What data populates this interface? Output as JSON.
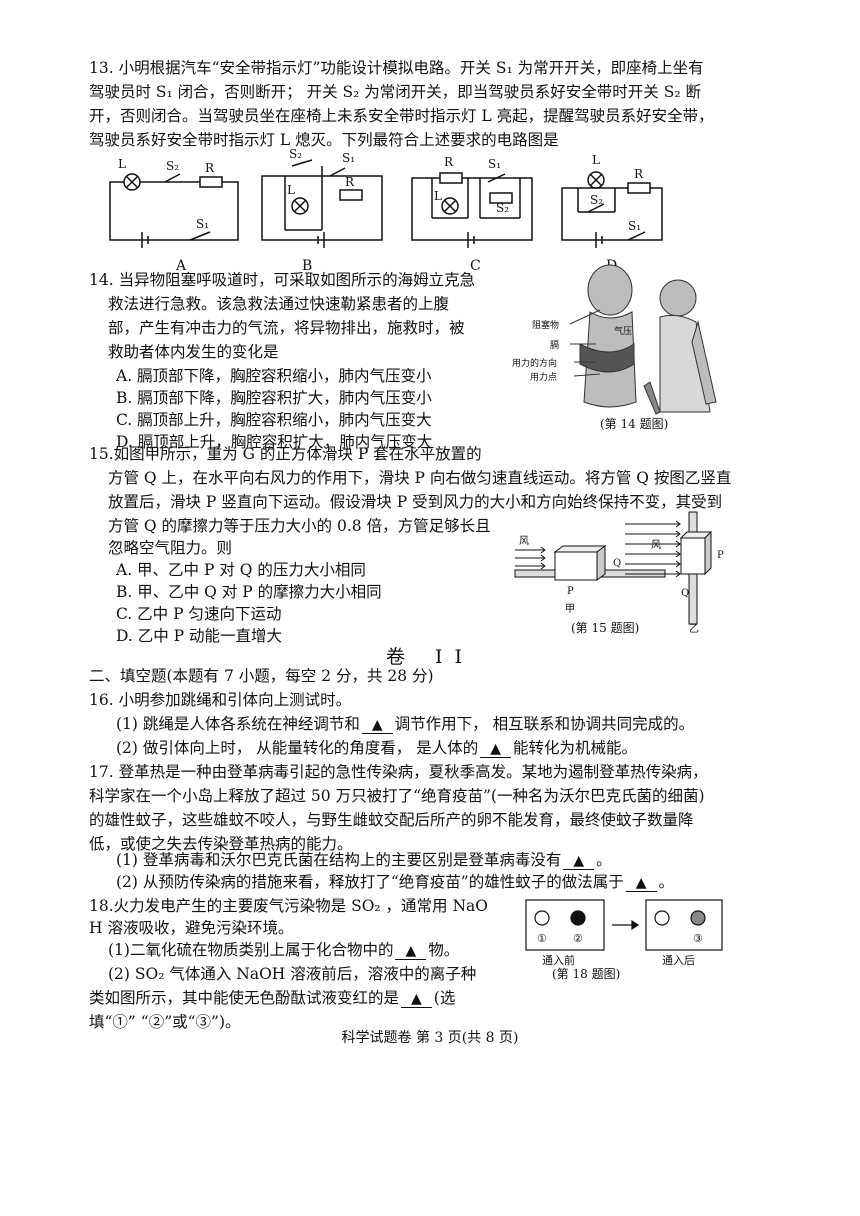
{
  "q13": {
    "lines": [
      "13. 小明根据汽车“安全带指示灯”功能设计模拟电路。开关 S₁ 为常开开关，即座椅上坐有",
      "驾驶员时 S₁ 闭合，否则断开；  开关 S₂ 为常闭开关，即当驾驶员系好安全带时开关 S₂ 断",
      "开，否则闭合。当驾驶员坐在座椅上未系安全带时指示灯 L 亮起，提醒驾驶员系好安全带，",
      "驾驶员系好安全带时指示灯 L 熄灭。下列最符合上述要求的电路图是"
    ],
    "circuit_labels": [
      "A",
      "B",
      "C",
      "D"
    ],
    "symbols": {
      "lamp": "L",
      "s1": "S₁",
      "s2": "S₂",
      "resistor": "R"
    }
  },
  "q14": {
    "lines": [
      "14.  当异物阻塞呼吸道时，可采取如图所示的海姆立克急",
      "救法进行急救。该急救法通过快速勒紧患者的上腹",
      "部，产生有冲击力的气流，将异物排出，施救时，被",
      "救助者体内发生的变化是"
    ],
    "options": [
      "A.  膈顶部下降，胸腔容积缩小，肺内气压变小",
      "B.  膈顶部下降，胸腔容积扩大，肺内气压变小",
      "C.  膈顶部上升，胸腔容积缩小，肺内气压变大",
      "D.  膈顶部上升，胸腔容积扩大，肺内气压变大"
    ],
    "figure_labels": [
      "阻塞物",
      "膈",
      "用力的方向",
      "用力点",
      "气压"
    ],
    "caption": "(第 14 题图)"
  },
  "q15": {
    "lines": [
      "15.如图甲所示，重为 G 的正方体滑块 P 套在水平放置的",
      "方管 Q 上，在水平向右风力的作用下，滑块 P 向右做匀速直线运动。将方管 Q 按图乙竖直",
      "放置后，滑块 P 竖直向下运动。假设滑块 P 受到风力的大小和方向始终保持不变，其受到",
      "方管 Q 的摩擦力等于压力大小的 0.8 倍，方管足够长且",
      "忽略空气阻力。则"
    ],
    "options": [
      "A.  甲、乙中 P 对 Q 的压力大小相同",
      "B.  甲、乙中 Q 对 P 的摩擦力大小相同",
      "C.  乙中 P 匀速向下运动",
      "D.  乙中 P 动能一直增大"
    ],
    "figure_labels": {
      "wind": "风",
      "p": "P",
      "q": "Q",
      "jia": "甲",
      "yi": "乙"
    },
    "caption": "(第 15 题图)"
  },
  "section": "卷 II",
  "part2": "二、填空题(本题有 7 小题，每空 2 分，共 28 分)",
  "q16": {
    "stem": "16.  小明参加跳绳和引体向上测试时。",
    "p1_a": "(1)  跳绳是人体各系统在神经调节和",
    "p1_b": "调节作用下，  相互联系和协调共同完成的。",
    "p2_a": "(2)  做引体向上时，  从能量转化的角度看，  是人体的",
    "p2_b": "能转化为机械能。"
  },
  "q17": {
    "lines": [
      "17.  登革热是一种由登革病毒引起的急性传染病，夏秋季高发。某地为遏制登革热传染病，",
      "科学家在一个小岛上释放了超过 50 万只被打了“绝育疫苗”(一种名为沃尔巴克氏菌的细菌)",
      "的雄性蚊子，这些雄蚊不咬人，与野生雌蚊交配后所产的卵不能发育，最终使蚊子数量降",
      "低，或使之失去传染登革热病的能力。"
    ],
    "p1": "(1)  登革病毒和沃尔巴克氏菌在结构上的主要区别是登革病毒没有",
    "p2": "(2)  从预防传染病的措施来看，释放打了“绝育疫苗”的雄性蚊子的做法属于",
    "end": "。"
  },
  "q18": {
    "lines": [
      "18.火力发电产生的主要废气污染物是 SO₂ ，通常用 NaO",
      "H 溶液吸收，避免污染环境。"
    ],
    "p1_a": "(1)二氧化硫在物质类别上属于化合物中的",
    "p1_b": "物。",
    "p2": "(2)  SO₂ 气体通入 NaOH 溶液前后，溶液中的离子种",
    "p2_cont_a": "类如图所示，其中能使无色酚酞试液变红的是",
    "p2_cont_b": "(选",
    "p2_end": "填“①”  “②”或“③”)。",
    "figure": {
      "before": "通入前",
      "after": "通入后",
      "ions": [
        "①",
        "②",
        "③"
      ]
    },
    "caption": "(第 18 题图)"
  },
  "blank_mark": "▲",
  "footer": "科学试题卷  第 3 页(共 8 页)"
}
